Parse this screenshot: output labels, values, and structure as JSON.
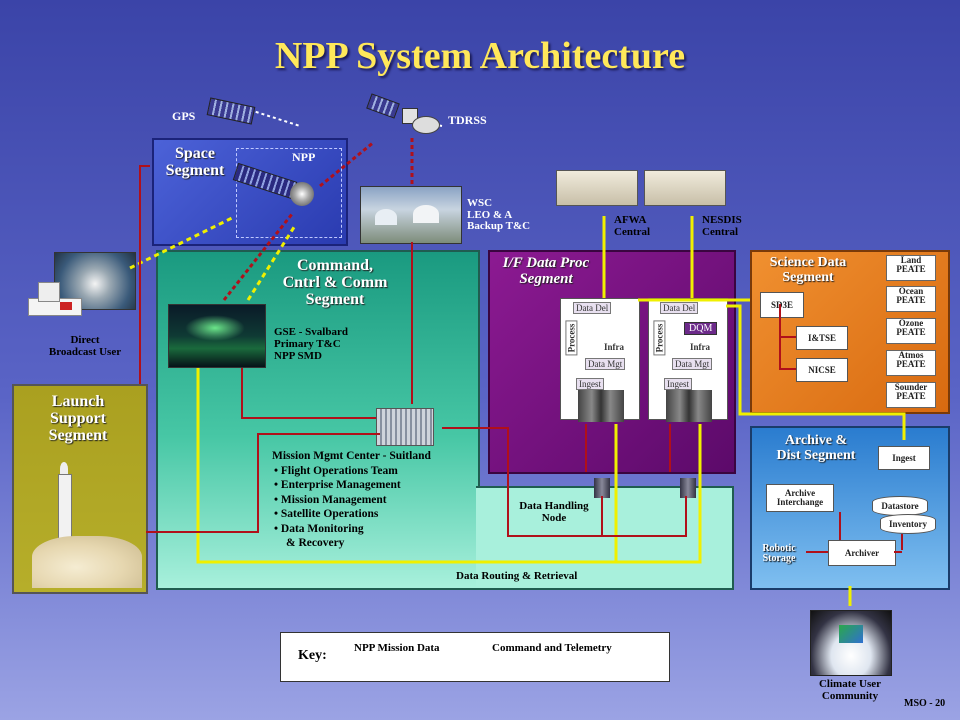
{
  "title": "NPP System Architecture",
  "space": {
    "label_line1": "Space",
    "label_line2": "Segment",
    "npp": "NPP",
    "gps": "GPS",
    "tdrss": "TDRSS"
  },
  "wsc": {
    "line1": "WSC",
    "line2": "LEO & A",
    "line3": "Backup T&C"
  },
  "direct": {
    "line1": "Direct",
    "line2": "Broadcast User"
  },
  "launch": {
    "line1": "Launch",
    "line2": "Support",
    "line3": "Segment"
  },
  "c3s": {
    "line1": "Command,",
    "line2": "Cntrl & Comm",
    "line3": "Segment",
    "gse1": "GSE - Svalbard",
    "gse2": "Primary T&C",
    "gse3": "NPP SMD",
    "mmc_title": "Mission Mgmt Center - Suitland",
    "mmc_items": [
      "• Flight Operations Team",
      "• Enterprise Management",
      "• Mission Management",
      "• Satellite Operations",
      "• Data Monitoring"
    ],
    "mmc_last": "& Recovery",
    "routing": "Data Routing & Retrieval"
  },
  "idps": {
    "line1": "I/F Data Proc",
    "line2": "Segment",
    "left": {
      "data_del": "Data Del",
      "process": "Process",
      "infra": "Infra",
      "data_mgt": "Data Mgt",
      "ingest": "Ingest"
    },
    "right": {
      "data_del": "Data Del",
      "dqm": "DQM",
      "process": "Process",
      "infra": "Infra",
      "data_mgt": "Data Mgt",
      "ingest": "Ingest"
    },
    "dhn1": "Data Handling",
    "dhn2": "Node"
  },
  "centrals": {
    "afwa1": "AFWA",
    "afwa2": "Central",
    "nesdis1": "NESDIS",
    "nesdis2": "Central"
  },
  "sds": {
    "line1": "Science Data",
    "line2": "Segment",
    "sd3e": "SD3E",
    "itse": "I&TSE",
    "nicse": "NICSE",
    "peates": [
      [
        "Land",
        "PEATE"
      ],
      [
        "Ocean",
        "PEATE"
      ],
      [
        "Ozone",
        "PEATE"
      ],
      [
        "Atmos",
        "PEATE"
      ],
      [
        "Sounder",
        "PEATE"
      ]
    ]
  },
  "archive": {
    "line1": "Archive &",
    "line2": "Dist Segment",
    "ingest": "Ingest",
    "interchange1": "Archive",
    "interchange2": "Interchange",
    "datastore": "Datastore",
    "inventory": "Inventory",
    "robotic1": "Robotic",
    "robotic2": "Storage",
    "archiver": "Archiver"
  },
  "climate": {
    "line1": "Climate User",
    "line2": "Community"
  },
  "key": {
    "label": "Key:",
    "mission": "NPP Mission Data",
    "command": "Command and Telemetry"
  },
  "page_id": "MSO - 20",
  "colors": {
    "title": "#ffe85a",
    "mission_data": "#f0f000",
    "command": "#b0101a"
  }
}
